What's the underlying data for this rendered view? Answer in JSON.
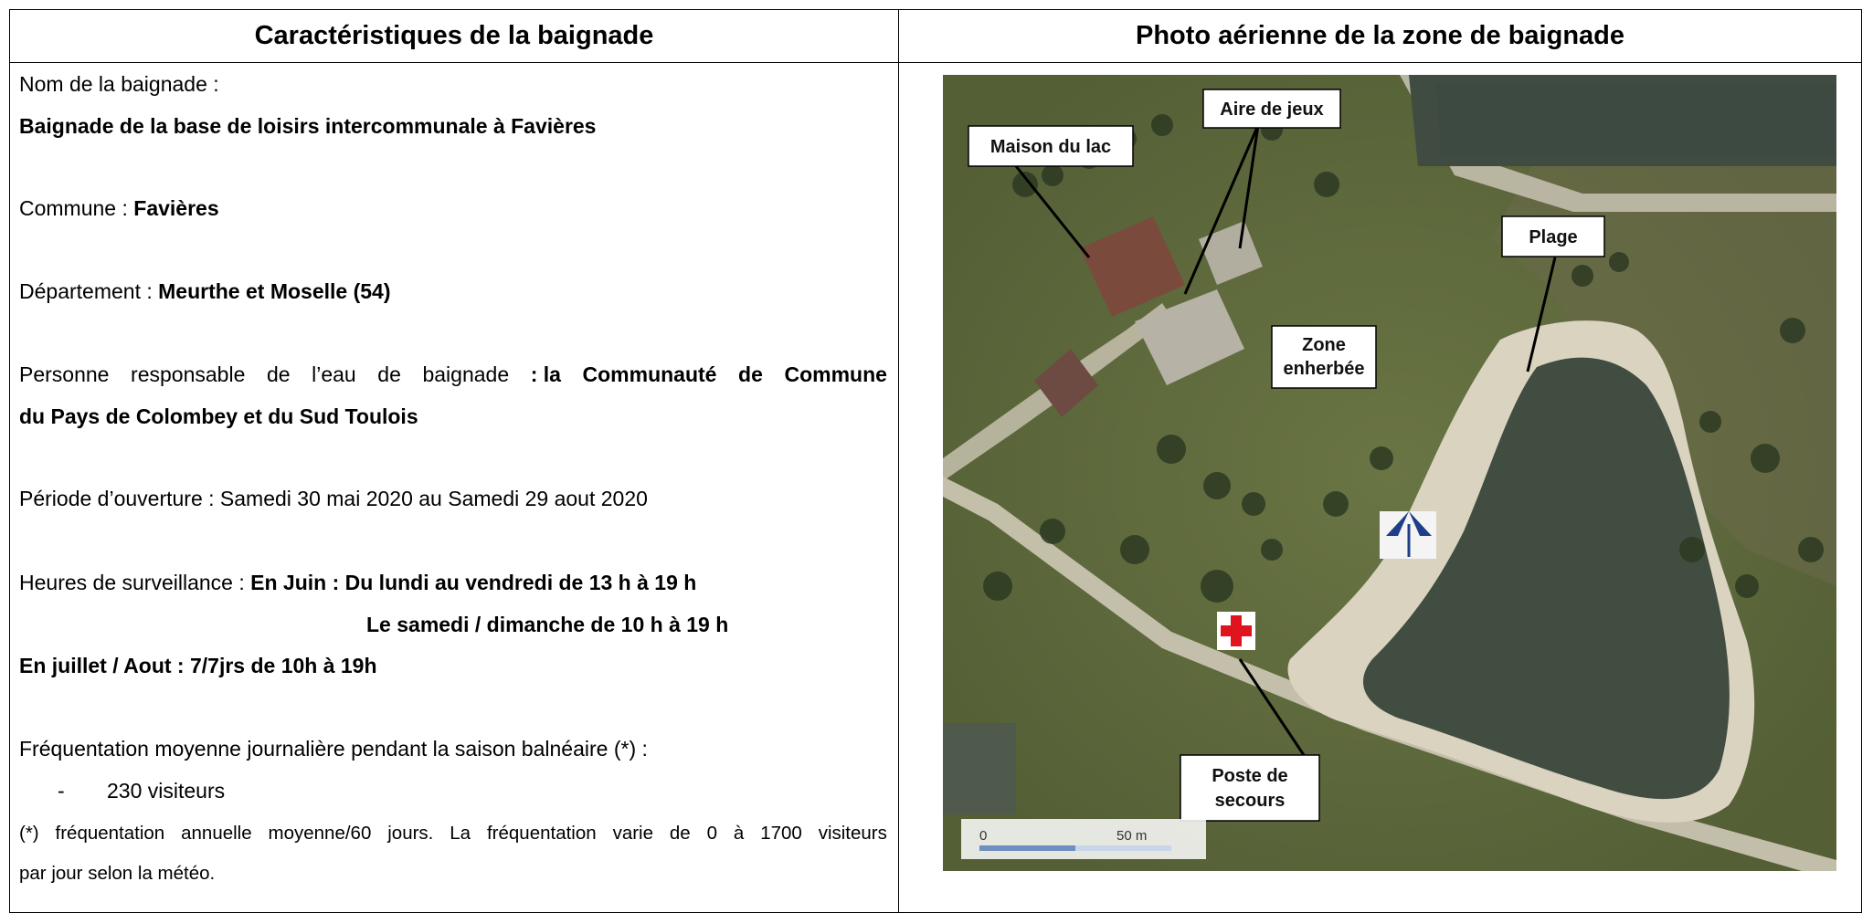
{
  "headers": {
    "left": "Caractéristiques de la baignade",
    "right": "Photo aérienne de la zone de baignade"
  },
  "info": {
    "nom_label": "Nom de la baignade :",
    "nom_value": "Baignade de la base de loisirs intercommunale à Favières",
    "commune_label": "Commune : ",
    "commune_value": "Favières",
    "departement_label": "Département : ",
    "departement_value": "Meurthe et Moselle (54)",
    "responsable_words": [
      "Personne",
      "responsable",
      "de",
      "l’eau",
      "de",
      "baignade",
      ": la",
      "Communauté",
      "de",
      "Commune"
    ],
    "responsable_line2": "du Pays de Colombey et du Sud Toulois",
    "periode": "Période d’ouverture : Samedi 30 mai 2020 au Samedi 29 aout 2020",
    "heures_label": "Heures de surveillance : ",
    "heures_juin": "En Juin : Du lundi au vendredi de 13 h à 19 h",
    "heures_weekend": "Le samedi / dimanche de 10 h à 19 h",
    "heures_ete": "En juillet / Aout : 7/7jrs de 10h à 19h",
    "frequentation_label": "Fréquentation moyenne journalière pendant la saison balnéaire (*) :",
    "bullet_dash": "-",
    "frequentation_value": "230 visiteurs",
    "note_words": [
      "(*)",
      "fréquentation",
      "annuelle",
      "moyenne/60",
      "jours.",
      "La",
      "fréquentation",
      "varie",
      "de",
      "0",
      "à",
      "1700",
      "visiteurs"
    ],
    "note_line2": "par jour selon la météo."
  },
  "map_labels": {
    "maison": "Maison du lac",
    "aire": "Aire de jeux",
    "plage": "Plage",
    "zone_1": "Zone",
    "zone_2": "enherbée",
    "poste_1": "Poste de",
    "poste_2": "secours",
    "scale_start": "0",
    "scale_end": "50 m"
  },
  "colors": {
    "grass": "#5e6a3c",
    "water": "#3f4c3e",
    "sand": "#d9d3c0",
    "cross": "#e0141e"
  }
}
